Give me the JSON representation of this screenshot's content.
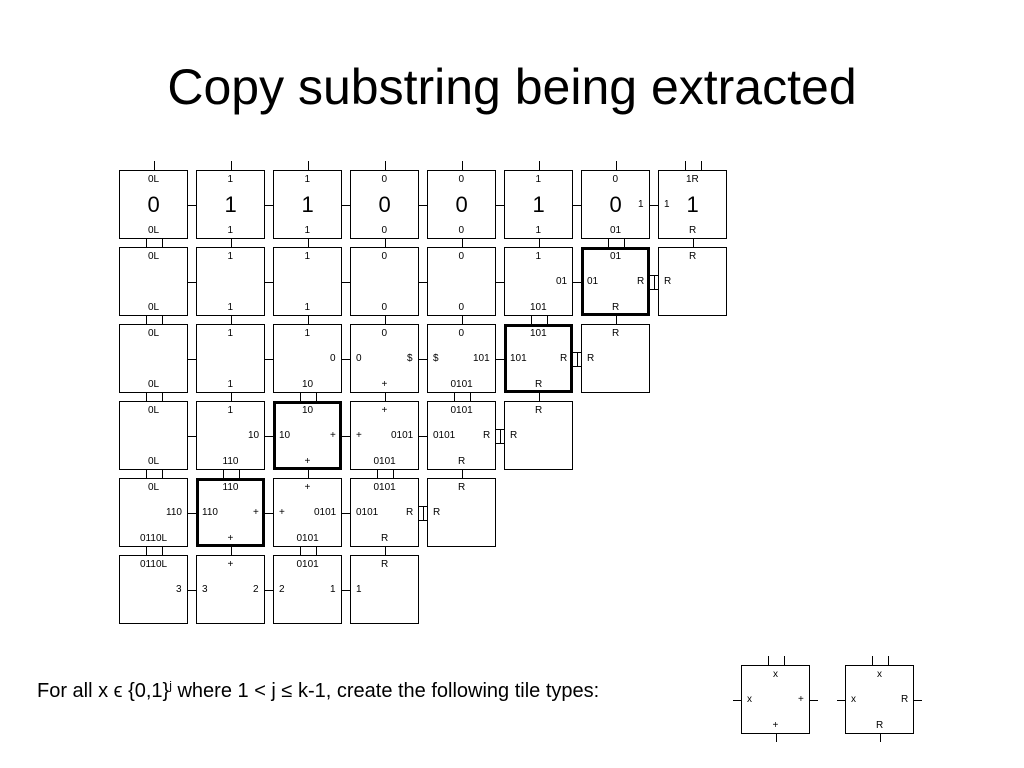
{
  "title": "Copy substring being extracted",
  "grid": {
    "rows": [
      [
        {
          "n": "0L",
          "s": "0L",
          "c": "0"
        },
        {
          "n": "1",
          "s": "1",
          "c": "1"
        },
        {
          "n": "1",
          "s": "1",
          "c": "1"
        },
        {
          "n": "0",
          "s": "0",
          "c": "0"
        },
        {
          "n": "0",
          "s": "0",
          "c": "0"
        },
        {
          "n": "1",
          "s": "1",
          "c": "1"
        },
        {
          "n": "0",
          "s": "01",
          "c": "0",
          "e": "1"
        },
        {
          "n": "1R",
          "s": "R",
          "c": "1",
          "w": "1",
          "nd": true
        }
      ],
      [
        {
          "n": "0L",
          "s": "0L"
        },
        {
          "n": "1",
          "s": "1"
        },
        {
          "n": "1",
          "s": "1"
        },
        {
          "n": "0",
          "s": "0"
        },
        {
          "n": "0",
          "s": "0"
        },
        {
          "n": "1",
          "s": "101",
          "e": "01"
        },
        {
          "n": "01",
          "s": "R",
          "w": "01",
          "e": "R",
          "hl": true
        },
        {
          "n": "R",
          "w": "R"
        }
      ],
      [
        {
          "n": "0L",
          "s": "0L"
        },
        {
          "n": "1",
          "s": "1"
        },
        {
          "n": "1",
          "s": "10",
          "e": "0"
        },
        {
          "n": "0",
          "s": "+",
          "w": "0",
          "e": "$"
        },
        {
          "n": "0",
          "s": "0101",
          "w": "$",
          "e": "101"
        },
        {
          "n": "101",
          "s": "R",
          "w": "101",
          "e": "R",
          "hl": true
        },
        {
          "n": "R",
          "w": "R"
        }
      ],
      [
        {
          "n": "0L",
          "s": "0L"
        },
        {
          "n": "1",
          "s": "110",
          "e": "10"
        },
        {
          "n": "10",
          "s": "+",
          "w": "10",
          "e": "+",
          "hl": true
        },
        {
          "n": "+",
          "s": "0101",
          "w": "+",
          "e": "0101"
        },
        {
          "n": "0101",
          "s": "R",
          "w": "0101",
          "e": "R"
        },
        {
          "n": "R",
          "w": "R"
        }
      ],
      [
        {
          "n": "0L",
          "s": "0110L",
          "e": "110"
        },
        {
          "n": "110",
          "s": "+",
          "w": "110",
          "e": "+",
          "hl": true
        },
        {
          "n": "+",
          "s": "0101",
          "w": "+",
          "e": "0101"
        },
        {
          "n": "0101",
          "s": "R",
          "w": "0101",
          "e": "R"
        },
        {
          "n": "R",
          "w": "R"
        }
      ],
      [
        {
          "n": "0110L",
          "e": "3"
        },
        {
          "n": "+",
          "w": "3",
          "e": "2"
        },
        {
          "n": "0101",
          "w": "2",
          "e": "1"
        },
        {
          "n": "R",
          "w": "1"
        }
      ]
    ]
  },
  "caption": {
    "before": "For all x ϵ {0,1}",
    "sup": "j",
    "after": " where 1 < j ≤ k-1, create the following tile types:"
  },
  "legend_tiles": [
    {
      "n": "x",
      "w": "x",
      "e": "+",
      "s": "+"
    },
    {
      "n": "x",
      "w": "x",
      "e": "R",
      "s": "R"
    }
  ]
}
